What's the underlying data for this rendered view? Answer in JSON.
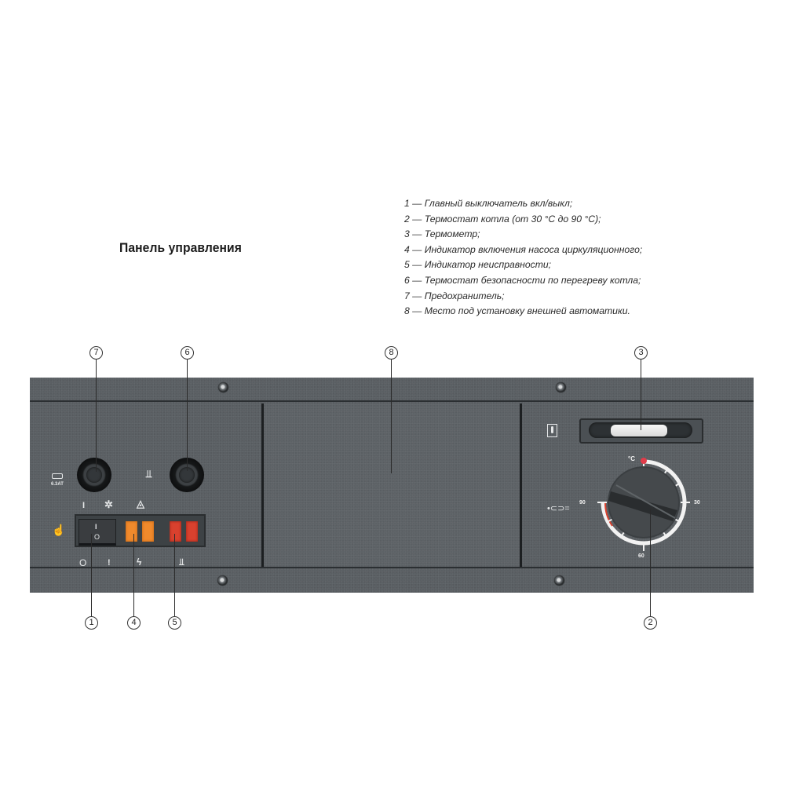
{
  "title": "Панель управления",
  "legend": [
    "1 — Главный выключатель вкл/выкл;",
    "2 — Термостат котла (от 30 °C до 90 °C);",
    "3 — Термометр;",
    "4 — Индикатор включения насоса циркуляционного;",
    "5 — Индикатор неисправности;",
    "6 — Термостат безопасности по перегреву котла;",
    "7 — Предохранитель;",
    "8 — Место под установку внешней автоматики."
  ],
  "callouts": {
    "c1": "1",
    "c2": "2",
    "c3": "3",
    "c4": "4",
    "c5": "5",
    "c6": "6",
    "c7": "7",
    "c8": "8"
  },
  "panel": {
    "fuse_rating": "6.3AT",
    "switch_on_glyph": "I",
    "switch_off_glyph": "O",
    "symbols_top": [
      "I",
      "pump-icon",
      "burner-icon"
    ],
    "symbols_bottom": [
      "O",
      "!",
      "lightning-icon",
      "overheat-icon"
    ],
    "thermostat_scale": {
      "min": "30",
      "mid": "60",
      "max": "90",
      "unit": "°C"
    },
    "colors": {
      "panel": "#5a5f63",
      "indicator_pump": "#f08a2c",
      "indicator_fault": "#d9412e"
    }
  }
}
